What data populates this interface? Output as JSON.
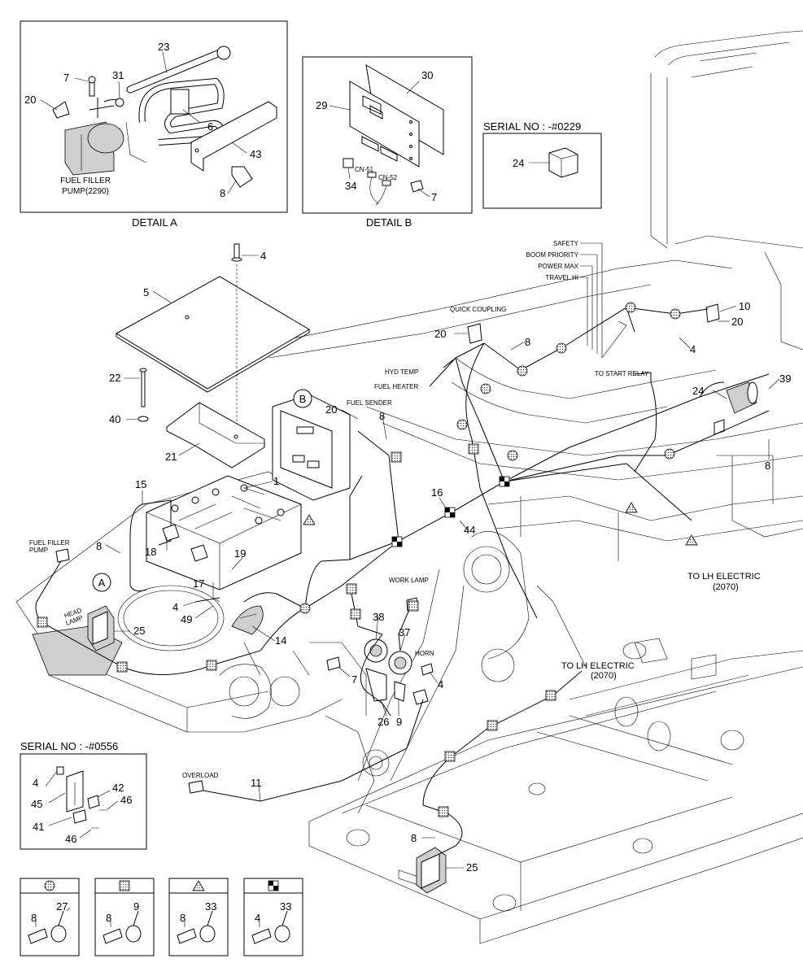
{
  "detail_a": {
    "caption": "DETAIL  A",
    "pump_label_line1": "FUEL FILLER",
    "pump_label_line2": "PUMP(2290)",
    "callouts": [
      "23",
      "7",
      "31",
      "20",
      "6",
      "43",
      "8"
    ]
  },
  "detail_b": {
    "caption": "DETAIL  B",
    "connector_1": "CN-51",
    "connector_2": "CN-52",
    "callouts": [
      "30",
      "29",
      "34",
      "7"
    ]
  },
  "serial_0229": {
    "title": "SERIAL NO : -#0229",
    "callout": "24"
  },
  "serial_0556": {
    "title": "SERIAL NO : -#0556",
    "callouts": [
      "4",
      "45",
      "42",
      "46",
      "41",
      "46"
    ]
  },
  "switch_labels": [
    "SAFETY",
    "BOOM PRIORITY",
    "POWER MAX",
    "TRAVEL HI"
  ],
  "wire_labels": {
    "quick_coupling": "QUICK COUPLING",
    "hyd_temp": "HYD TEMP",
    "fuel_heater": "FUEL HEATER",
    "fuel_sender": "FUEL SENDER",
    "to_start_relay": "TO START RELAY",
    "work_lamp": "WORK LAMP",
    "horn": "HORN",
    "fuel_filler_pump_1": "FUEL FILLER",
    "fuel_filler_pump_2": "PUMP",
    "head_lamp_1": "HEAD",
    "head_lamp_2": "LAMP",
    "overload": "OVERLOAD",
    "to_lh_electric_1a": "TO LH ELECTRIC",
    "to_lh_electric_1b": "(2070)",
    "to_lh_electric_2a": "TO LH ELECTRIC",
    "to_lh_electric_2b": "(2070)"
  },
  "detail_markers": [
    "A",
    "B"
  ],
  "main_callouts": [
    "4",
    "5",
    "22",
    "40",
    "21",
    "15",
    "1",
    "8",
    "18",
    "19",
    "17",
    "4",
    "49",
    "25",
    "14",
    "38",
    "37",
    "7",
    "26",
    "9",
    "4",
    "11",
    "16",
    "44",
    "20",
    "8",
    "20",
    "8",
    "10",
    "20",
    "4",
    "24",
    "39",
    "8",
    "25",
    "8"
  ],
  "legend": [
    {
      "symbol": "circle",
      "part_a": "8",
      "part_b": "27"
    },
    {
      "symbol": "square",
      "part_a": "8",
      "part_b": "9"
    },
    {
      "symbol": "triangle",
      "part_a": "8",
      "part_b": "33"
    },
    {
      "symbol": "checker",
      "part_a": "4",
      "part_b": "33"
    }
  ]
}
